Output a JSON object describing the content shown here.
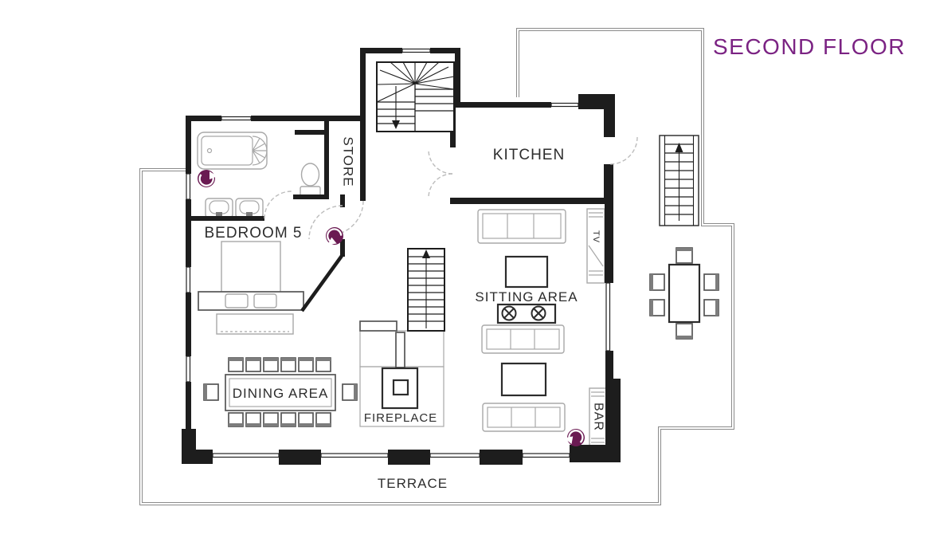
{
  "title": "SECOND FLOOR",
  "rooms": {
    "bedroom5": {
      "label": "BEDROOM 5"
    },
    "store": {
      "label": "STORE"
    },
    "kitchen": {
      "label": "KITCHEN"
    },
    "sitting_area": {
      "label": "SITTING AREA"
    },
    "dining_area": {
      "label": "DINING AREA"
    },
    "fireplace": {
      "label": "FIREPLACE"
    },
    "bar": {
      "label": "BAR"
    },
    "tv": {
      "label": "TV"
    },
    "terrace": {
      "label": "TERRACE"
    }
  },
  "markers": {
    "panorama_marker_count": 3
  },
  "colors": {
    "title_purple": "#7b2383",
    "marker_purple": "#6a1a52",
    "wall_black": "#1d1d1d",
    "furniture_gray": "#a8a8a8",
    "terrace_gray": "#8a8a8a",
    "label_gray": "#2d2d2d"
  }
}
